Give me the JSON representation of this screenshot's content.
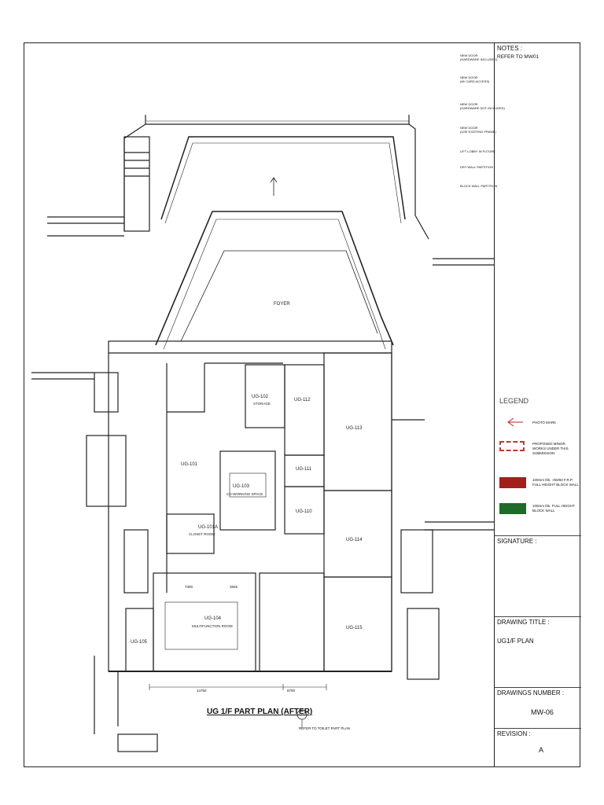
{
  "title_block": {
    "notes_label": "NOTES :",
    "notes_text": "REFER TO MW01",
    "signature_label": "SIGNATURE :",
    "drawing_title_label": "DRAWING TITLE :",
    "drawing_title": "UG1/F PLAN",
    "drawing_number_label": "DRAWINGS NUMBER :",
    "drawing_number": "MW-06",
    "revision_label": "REVISION :",
    "revision": "A"
  },
  "legend": {
    "title": "LEGEND",
    "items": [
      {
        "label": "PHOTO MARK",
        "symbol": "arrow-icon"
      },
      {
        "label": "PROPOSED MINOR WORKS UNDER THIS SUBMISSION",
        "symbol": "red-dashed-box",
        "color": "#c0392b"
      },
      {
        "label": "100mm thk. -/60/60 F.R.P. FULL HEIGHT BLOCK WALL",
        "symbol": "red-swatch",
        "color": "#a0201c"
      },
      {
        "label": "100mm thk. FULL HEIGHT BLOCK WALL",
        "symbol": "green-swatch",
        "color": "#1f6b2a"
      }
    ]
  },
  "keynotes": [
    {
      "tag": "NEW DOOR",
      "note": "(HARDWARE INCLUDED)"
    },
    {
      "tag": "NEW DOOR",
      "note": "(W/ CARD ACCESS)"
    },
    {
      "tag": "NEW DOOR",
      "note": "(HARDWARE NOT INCLUDED)"
    },
    {
      "tag": "NEW DOOR",
      "note": "(USE EXISTING FRAME)"
    },
    {
      "tag": "",
      "note": "LIFT LOBBY IN FUTURE"
    },
    {
      "tag": "",
      "note": "DRY WALL PARTITION"
    },
    {
      "tag": "",
      "note": "BLOCK WALL PARTITION"
    }
  ],
  "plan": {
    "title": "UG 1/F PART PLAN (AFTER)",
    "reference": "REFER TO TOILET PART PLAN",
    "rooms": [
      {
        "label": "FOYER"
      },
      {
        "label": "UG-102"
      },
      {
        "label": "STORAGE"
      },
      {
        "label": "UG-112"
      },
      {
        "label": "UG-113"
      },
      {
        "label": "UG-101"
      },
      {
        "label": "UG-103"
      },
      {
        "label": "CO-WORKING SPACE"
      },
      {
        "label": "UG-111"
      },
      {
        "label": "UG-110"
      },
      {
        "label": "UG-101A"
      },
      {
        "label": "CLOSET ROOM"
      },
      {
        "label": "UG-114"
      },
      {
        "label": "UG-104"
      },
      {
        "label": "MULTIFUNCTION ROOM"
      },
      {
        "label": "UG-105"
      },
      {
        "label": "UG-115"
      }
    ],
    "dimensions": [
      "14750",
      "8700",
      "7300",
      "3845"
    ]
  },
  "colors": {
    "red_wall": "#a0201c",
    "green_wall": "#1f6b2a",
    "line": "#222"
  }
}
